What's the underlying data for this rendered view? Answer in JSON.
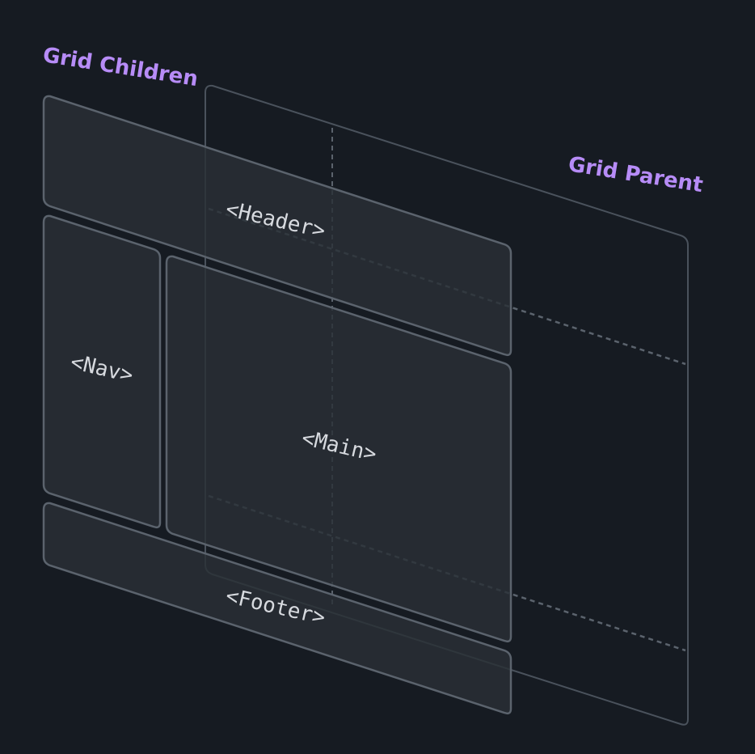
{
  "labels": {
    "grid_children": "Grid Children",
    "grid_parent": "Grid Parent"
  },
  "children": {
    "header": "<Header>",
    "nav": "<Nav>",
    "main": "<Main>",
    "footer": "<Footer>"
  },
  "colors": {
    "background": "#161b22",
    "accent": "#b78cf7",
    "panel_fill": "#2a2f36",
    "panel_stroke": "#5b636d",
    "parent_stroke": "#4a525c",
    "dash_stroke": "#5b636d",
    "child_text": "#d7dadf"
  }
}
